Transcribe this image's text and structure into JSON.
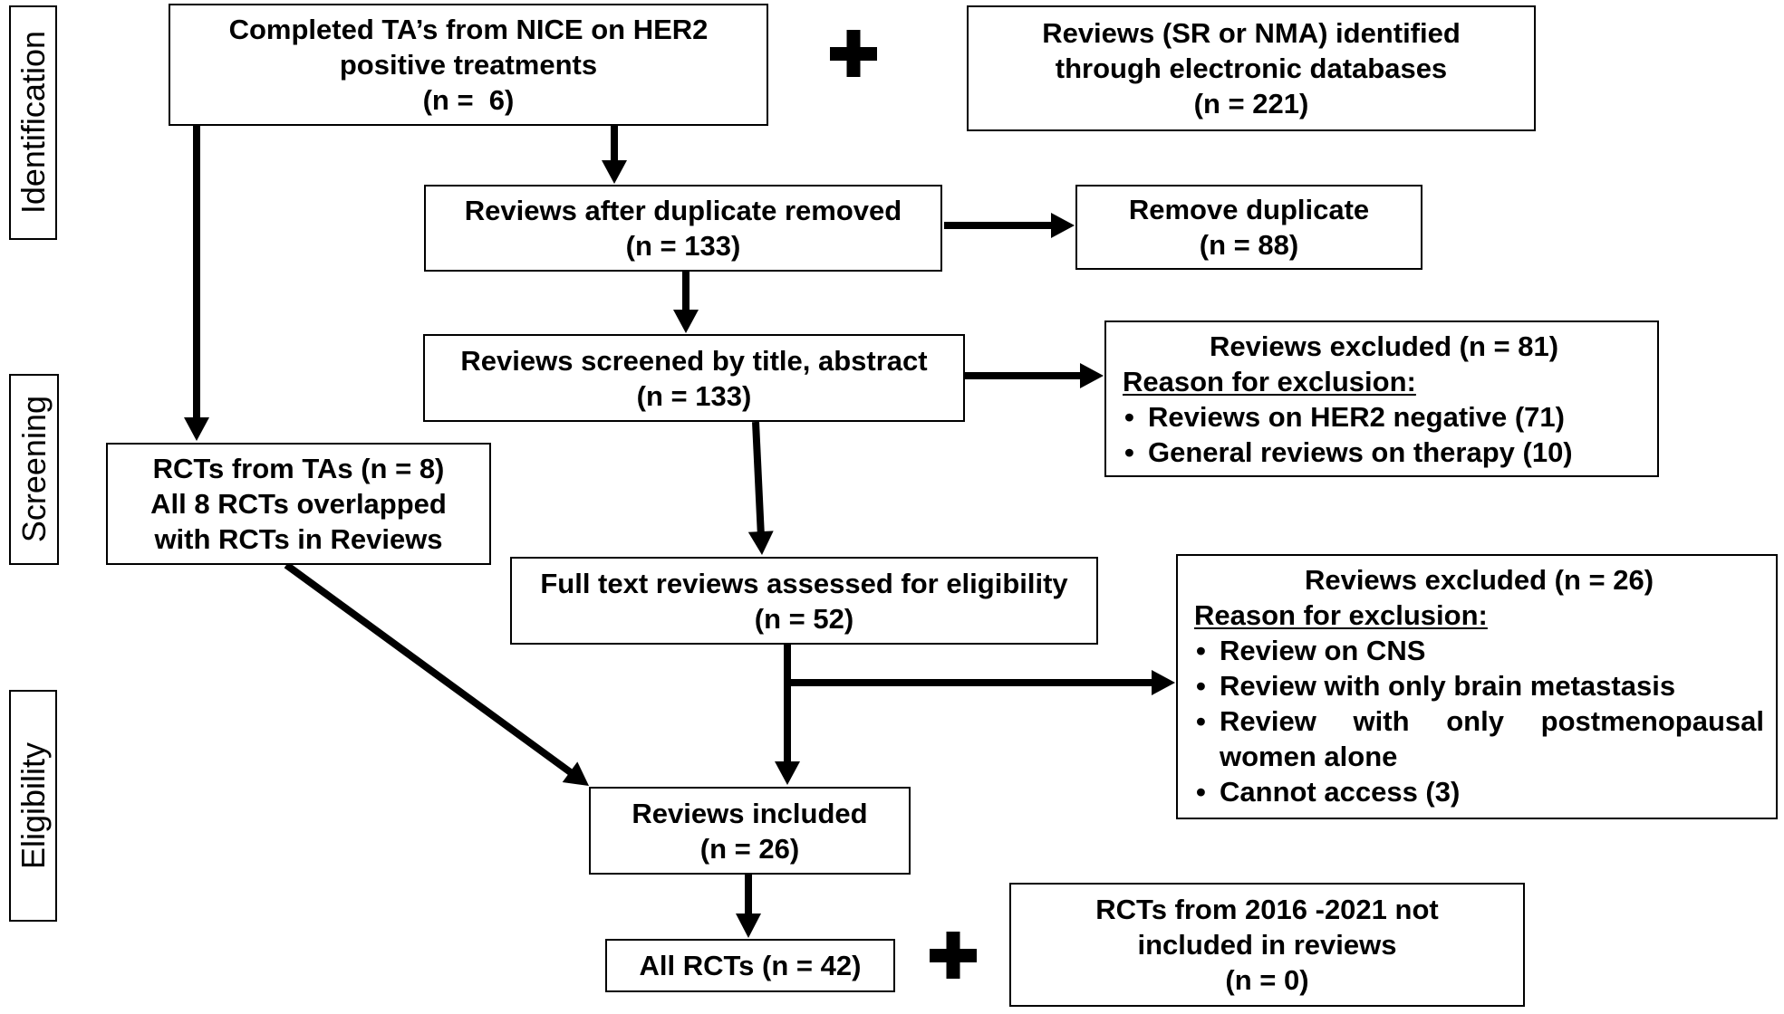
{
  "stages": {
    "identification": "Identification",
    "screening": "Screening",
    "eligibility": "Eligibility"
  },
  "bullet": "•",
  "boxes": {
    "nice_tas": {
      "lines": [
        "Completed TA’s from NICE on HER2",
        "positive treatments",
        "(n =  6)"
      ]
    },
    "databases": {
      "lines": [
        "Reviews (SR or NMA) identified",
        "through electronic databases",
        "(n = 221)"
      ]
    },
    "after_duplicates": {
      "lines": [
        "Reviews after duplicate removed",
        "(n = 133)"
      ]
    },
    "duplicates_removed": {
      "lines": [
        "Remove duplicate",
        "(n = 88)"
      ]
    },
    "screened": {
      "lines": [
        "Reviews screened by title, abstract",
        "(n = 133)"
      ]
    },
    "screening_excluded": {
      "title": "Reviews excluded (n = 81)",
      "reason_heading": "Reason for exclusion:",
      "reasons": [
        "Reviews on HER2 negative (71)",
        "General reviews on therapy (10)"
      ]
    },
    "rcts_from_tas": {
      "lines": [
        "RCTs from TAs (n = 8)",
        "All 8 RCTs overlapped",
        "with RCTs in Reviews"
      ]
    },
    "full_text": {
      "lines": [
        "Full text reviews assessed for eligibility",
        "(n = 52)"
      ]
    },
    "full_text_excluded": {
      "title": "Reviews excluded (n = 26)",
      "reason_heading": "Reason for exclusion:",
      "reasons": [
        "Review on CNS",
        "Review with only brain metastasis",
        "Review with only postmenopausal women alone",
        "Cannot access (3)"
      ]
    },
    "included": {
      "lines": [
        "Reviews included",
        "(n = 26)"
      ]
    },
    "all_rcts": {
      "lines": [
        "All RCTs (n = 42)"
      ]
    },
    "new_rcts": {
      "lines": [
        "RCTs from 2016 -2021 not",
        "included in reviews",
        "(n = 0)"
      ]
    }
  },
  "icons": {
    "combine": "plus-icon",
    "flow": "arrow-icon"
  },
  "colors": {
    "stroke": "#000000",
    "text": "#000000",
    "background": "#ffffff"
  }
}
